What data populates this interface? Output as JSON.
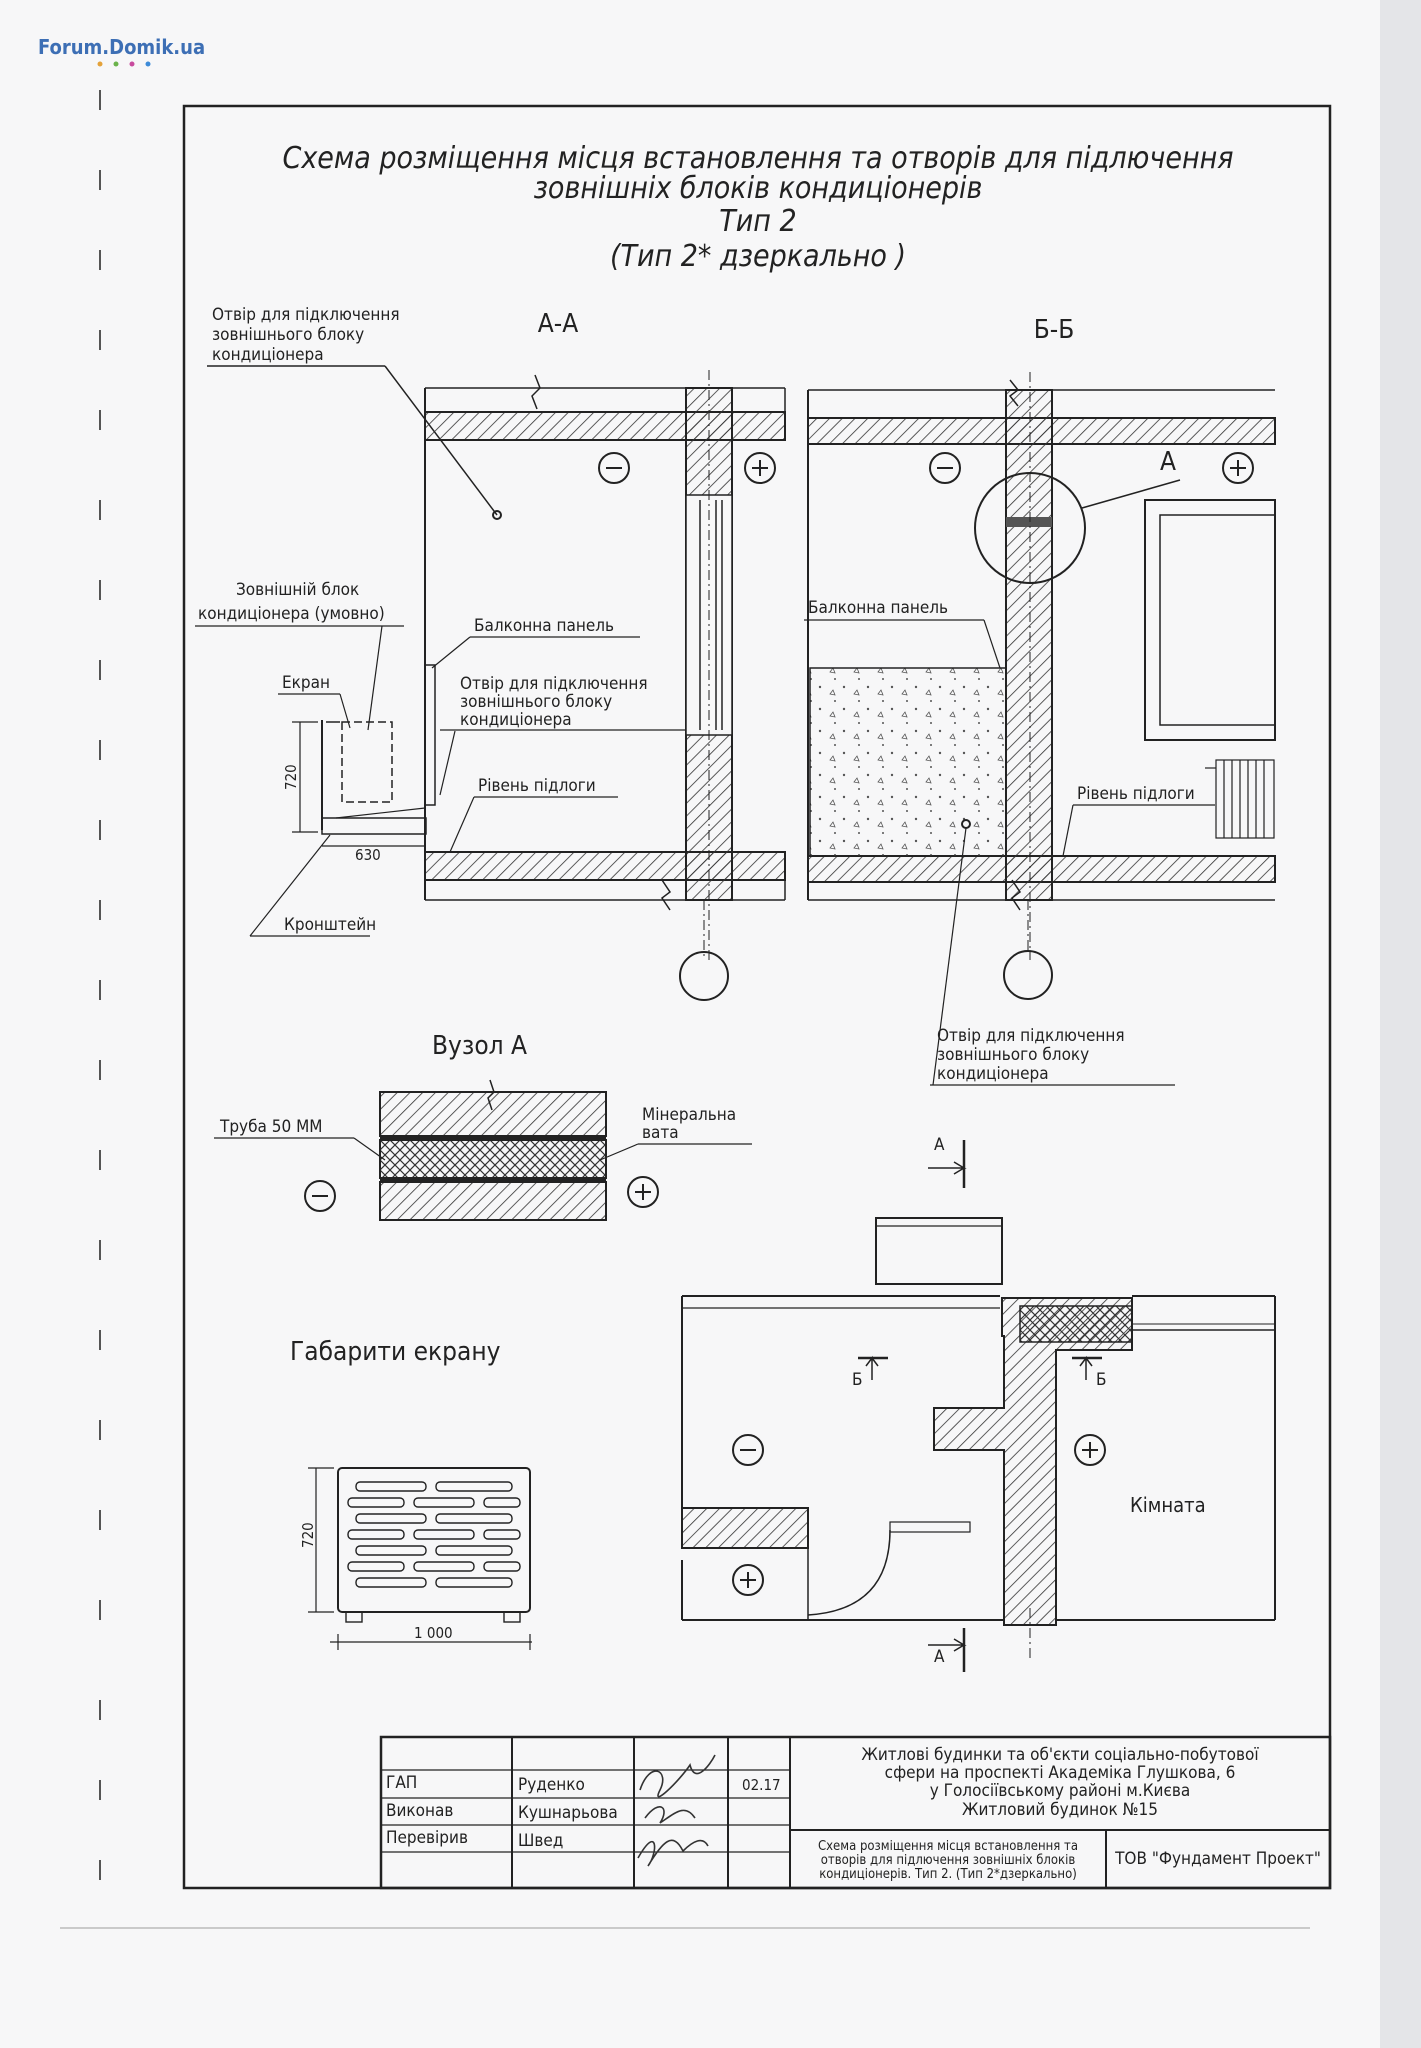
{
  "watermark": "Forum.Domik.ua",
  "title": {
    "line1": "Схема розміщення місця встановлення та отворів для підлючення",
    "line2": "зовнішніх блоків кондиціонерів",
    "line3": "Тип 2",
    "line4": "(Тип 2* дзеркально )"
  },
  "section_aa": {
    "label": "А-А",
    "hole_note": [
      "Отвір для підключення",
      "зовнішнього блоку",
      "кондиціонера"
    ],
    "outdoor_unit": [
      "Зовнішній блок",
      "кондиціонера (умовно)"
    ],
    "screen": "Екран",
    "balcony_panel": "Балконна панель",
    "hole_note_2": [
      "Отвір для підключення",
      "зовнішнього блоку",
      "кондиціонера"
    ],
    "floor_level": "Рівень підлоги",
    "dim_height": "720",
    "dim_width": "630",
    "bracket": "Кронштейн",
    "minus": "−",
    "plus": "+"
  },
  "section_bb": {
    "label": "Б-Б",
    "node_a": "А",
    "balcony_panel": "Балконна панель",
    "floor_level": "Рівень підлоги",
    "hole_note": [
      "Отвір для підключення",
      "зовнішнього блоку",
      "кондиціонера"
    ]
  },
  "node_a": {
    "title": "Вузол А",
    "pipe": "Труба 50 ММ",
    "mineral_wool": [
      "Мінеральна",
      "вата"
    ]
  },
  "screen_dims": {
    "title": "Габарити екрану",
    "height": "720",
    "width": "1 000"
  },
  "plan": {
    "cut_a": "А",
    "cut_b": "Б",
    "room": "Кімната"
  },
  "stamp": {
    "roles": [
      "ГАП",
      "Виконав",
      "Перевірив"
    ],
    "names": [
      "Руденко",
      "Кушнарьова",
      "Швед"
    ],
    "date": "02.17",
    "project": [
      "Житлові будинки та об'єкти соціально-побутової",
      "сфери на проспекті Академіка Глушкова, 6",
      "у Голосіївському районі  м.Києва",
      "Житловий будинок №15"
    ],
    "sheet_title": [
      "Схема розміщення місця встановлення та",
      "отворів для підлючення зовнішніх блоків",
      "кондиціонерів. Тип 2. (Тип 2*дзеркально)"
    ],
    "company": "ТОВ \"Фундамент Проект\""
  },
  "colors": {
    "paper": "#f7f7f8",
    "ink": "#222222",
    "background": "#e9e9eb",
    "watermark": "#3d6fb5"
  }
}
